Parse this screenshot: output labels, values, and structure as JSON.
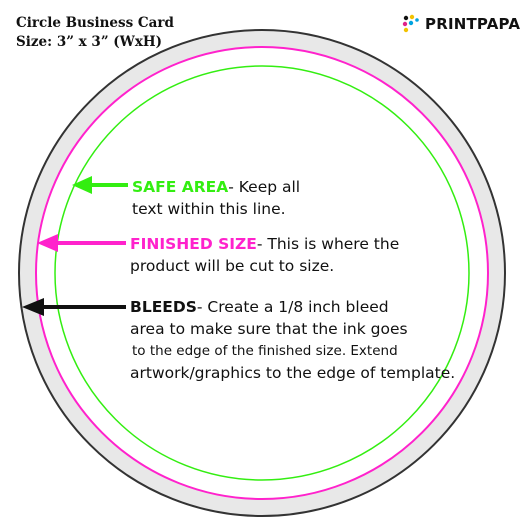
{
  "header": {
    "title": "Circle Business Card",
    "size": "Size: 3” x 3” (WxH)"
  },
  "logo": {
    "text": "PRINTPAPA",
    "icon": "printpapa-logo-icon"
  },
  "callouts": {
    "safe": {
      "heading": "SAFE AREA",
      "line1_rest": "- Keep all",
      "line2": "text within this line.",
      "color": "#33ee11"
    },
    "finished": {
      "heading": "FINISHED SIZE",
      "line1_rest": "- This is where the",
      "line2": "product will be cut to size.",
      "color": "#ff22cc"
    },
    "bleeds": {
      "heading": "BLEEDS",
      "line1_rest": "- Create a 1/8 inch bleed",
      "line2": "area to make sure that the ink goes",
      "line3": "to the edge of the finished size. Extend",
      "line4": "artwork/graphics to the edge of template.",
      "color": "#111111"
    }
  },
  "colors": {
    "bleed_fill": "#e8e8e8",
    "bleed_stroke": "#333333",
    "finished_line": "#ff22cc",
    "safe_line": "#33ee11",
    "text": "#111111"
  }
}
